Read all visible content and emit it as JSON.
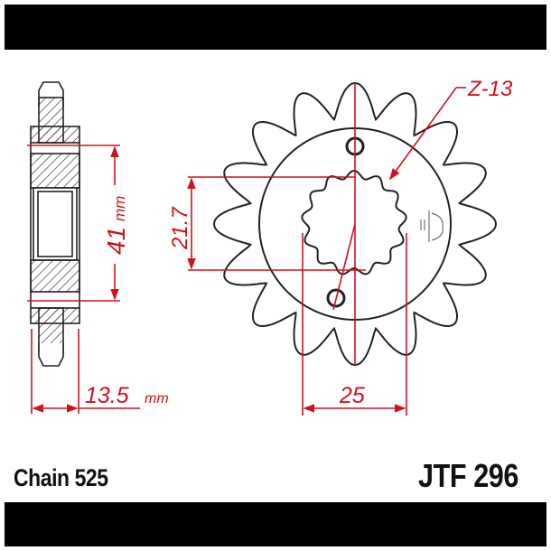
{
  "drawing": {
    "teeth_label": "Z-13",
    "dim_bore_height": "21.7",
    "dim_spline_width": "25",
    "dim_hub_value": "41",
    "dim_hub_unit": "mm",
    "dim_thickness_value": "13.5",
    "dim_thickness_unit": "mm",
    "colors": {
      "dimension": "#d0121b",
      "outline": "#222222",
      "bars": "#000000"
    }
  },
  "footer": {
    "chain": "Chain 525",
    "part_number": "JTF 296"
  }
}
